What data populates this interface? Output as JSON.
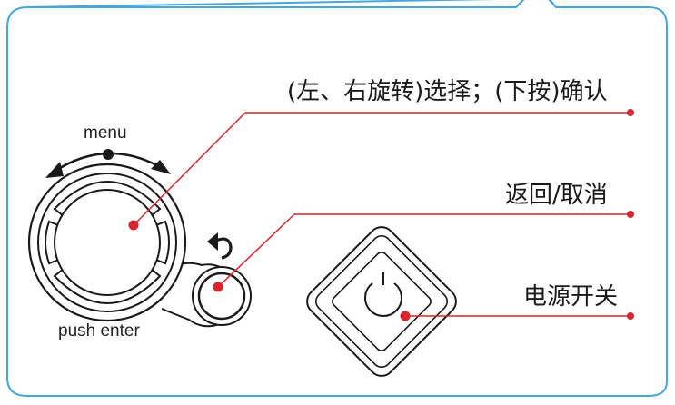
{
  "labels": {
    "menu": "menu",
    "push_enter": "push enter",
    "rotate_select": "(左、右旋转)选择；(下按)确认",
    "back_cancel": "返回/取消",
    "power_switch": "电源开关"
  },
  "colors": {
    "panel_border": "#4aa6d9",
    "callout_line": "#d7262e",
    "device_stroke": "#1a1a1a"
  },
  "icons": [
    "rotate-arrows-icon",
    "back-arrow-icon",
    "power-icon"
  ]
}
